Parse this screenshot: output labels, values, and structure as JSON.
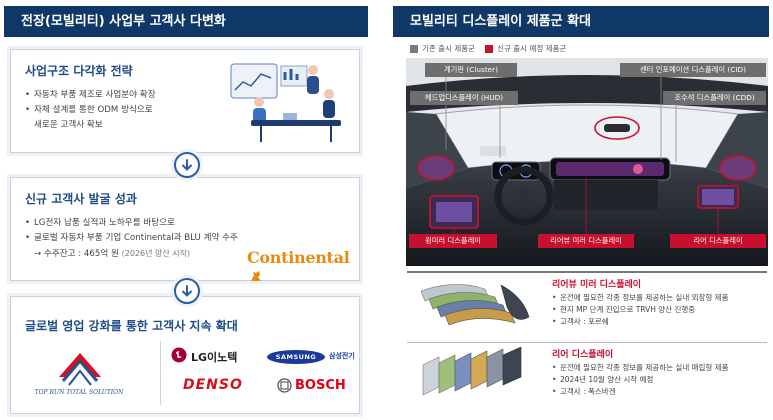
{
  "left_header": "전장(모빌리티) 사업부 고객사 다변화",
  "right_header": "모빌리티 디스플레이 제품군 확대",
  "section1": {
    "title": "사업구조 다각화 전략",
    "bullets": [
      "자동차 부품 제조로 사업분야 확장",
      "자체 설계를 통한 ODM 방식으로",
      "새로운 고객사 확보"
    ]
  },
  "section2": {
    "title": "신규 고객사 발굴 성과",
    "bullets": [
      "LG전자 납품 실적과 노하우를 바탕으로",
      "글로벌 자동차 부품 기업 Continental과 BLU 계약 수주"
    ],
    "backlog": "→ 수주잔고 : 465억 원",
    "backlog_note": "(2026년 양산 시작)",
    "logo_text": "Continental"
  },
  "section3": {
    "title": "글로벌 영업 강화를 통한 고객사 지속 확대",
    "logos": {
      "top_run": "TOP RUN TOTAL SOLUTION",
      "lg_innotek": "LG이노텍",
      "samsung": "SAMSUNG",
      "samsung_kor": "삼성전기",
      "denso": "DENSO",
      "bosch": "BOSCH"
    }
  },
  "legend": {
    "existing": "기존 출시 제품군",
    "new": "신규 출시 예정 제품군",
    "existing_color": "#7a7a7a",
    "new_color": "#c6102e"
  },
  "labels": {
    "cluster": "계기판 (Cluster)",
    "hud": "헤드업디스플레이 (HUD)",
    "cid": "센터 인포메이션 디스플레이 (CID)",
    "cdd": "조수석 디스플레이 (CDD)",
    "side_mirror": "윙미러 디스플레이",
    "rearview": "리어뷰 미러 디스플레이",
    "rear": "리어 디스플레이"
  },
  "product1": {
    "title": "리어뷰 미러 디스플레이",
    "bullets": [
      "운전에 필요한 각종 정보를 제공하는 실내 외장형 제품",
      "현지 MP 단계 진입으로 TRVH 양산 진행중",
      "고객사 : 포르쉐"
    ]
  },
  "product2": {
    "title": "리어 디스플레이",
    "bullets": [
      "운전에 필요한 각종 정보를 제공하는 실내 매립형 제품",
      "2024년 10월 양산 시작 예정",
      "고객사 : 폭스바겐"
    ]
  }
}
